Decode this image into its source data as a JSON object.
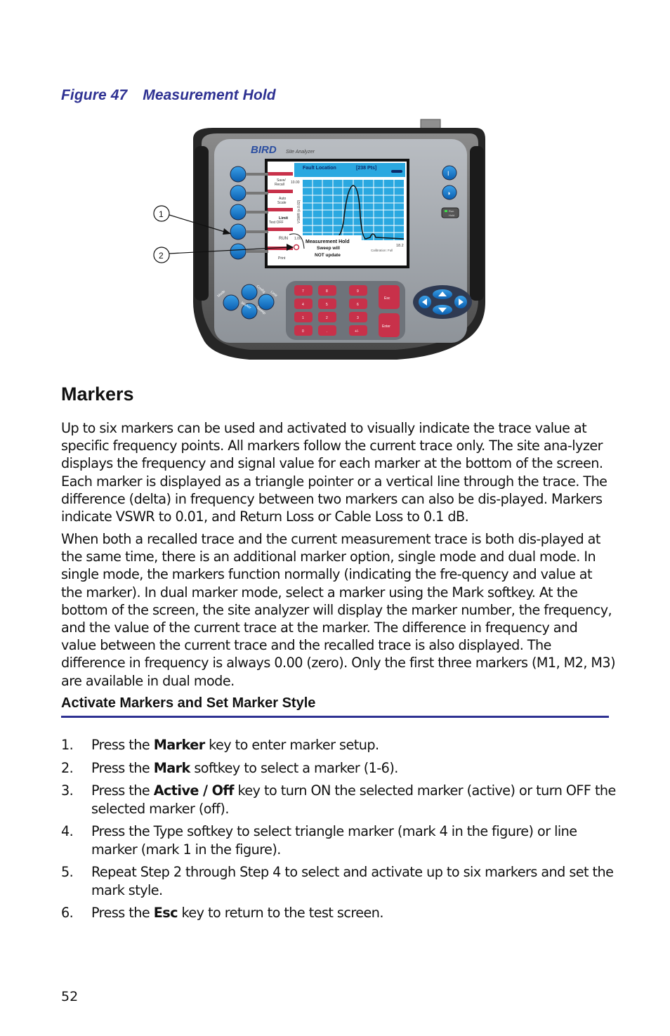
{
  "figure": {
    "number": "Figure 47",
    "title": "Measurement Hold",
    "device": {
      "brand": "BIRD",
      "model": "Site Analyzer",
      "screen": {
        "header": "Fault Location",
        "points": "[238 Pts]",
        "ylabel": "VSWR (x:0.02)",
        "top_value": "10.00",
        "bottom_value": "1.00",
        "right_value": "18.2",
        "hold_title": "Measurement Hold",
        "hold_line1": "Sweep will",
        "hold_line2": "NOT update",
        "calibration": "Calibration: Full"
      },
      "softkeys": [
        {
          "line1": "Save/",
          "line2": "Recall"
        },
        {
          "line1": "Auto",
          "line2": "Scale"
        },
        {
          "line1": "Limit",
          "line2": "Test OFF"
        },
        {
          "line1": "RUN",
          "line2": ""
        },
        {
          "line1": "Print",
          "line2": ""
        }
      ],
      "keypad": [
        "7",
        "8",
        "9",
        "4",
        "5",
        "6",
        "1",
        "2",
        "3",
        "0",
        ".",
        "+/-"
      ],
      "action_keys": [
        "Esc",
        "Enter"
      ],
      "function_keys": [
        "Mode",
        "Config",
        "Marker",
        "Limit",
        "Sweep"
      ],
      "side_labels": [
        "Run",
        "Hold"
      ]
    },
    "callouts": [
      "1",
      "2"
    ]
  },
  "section": {
    "title": "Markers",
    "paragraphs": [
      "Up to six markers can be used and activated to visually indicate the trace value at specific frequency points. All markers follow the current trace only. The site ana-lyzer displays the frequency and signal value for each marker at the bottom of the screen. Each marker is displayed as a triangle pointer or a vertical line through the trace. The difference (delta) in frequency between two markers can also be dis-played. Markers indicate VSWR to 0.01, and Return Loss or Cable Loss to 0.1 dB.",
      "When both a recalled trace and the current measurement trace is both dis-played at the same time, there is an additional marker option, single mode and dual mode. In single mode, the markers function normally (indicating the fre-quency and value at the marker). In dual marker mode, select a marker using the Mark softkey. At the bottom of the screen, the site analyzer will display the marker number, the frequency, and the value of the current trace at the marker. The difference in frequency and value between the current trace and the recalled trace is also displayed. The difference in frequency is always 0.00 (zero). Only the first three markers (M1, M2, M3) are available in dual mode."
    ]
  },
  "subsection": {
    "title": "Activate Markers and Set Marker Style",
    "steps": [
      {
        "num": "1.",
        "before": "Press the ",
        "bold": "Marker",
        "after": " key to enter marker setup."
      },
      {
        "num": "2.",
        "before": "Press the ",
        "bold": "Mark",
        "after": " softkey to select a marker (1-6)."
      },
      {
        "num": "3.",
        "before": "Press the ",
        "bold": "Active / Off",
        "after": " key to turn ON the selected marker (active) or turn OFF the selected marker (off)."
      },
      {
        "num": "4.",
        "before": "Press the Type softkey to select triangle marker (mark 4 in the figure) or line marker (mark 1 in the figure).",
        "bold": "",
        "after": ""
      },
      {
        "num": "5.",
        "before": "Repeat Step 2 through Step 4 to select and activate up to six markers and set the mark style.",
        "bold": "",
        "after": ""
      },
      {
        "num": "6.",
        "before": "Press the ",
        "bold": "Esc",
        "after": " key to return to the test screen."
      }
    ]
  },
  "page_number": "52",
  "colors": {
    "accent": "#2e3192",
    "screen_blue": "#2aa8e0",
    "softkey_red": "#c8314a",
    "device_body": "#5a5a5a"
  }
}
